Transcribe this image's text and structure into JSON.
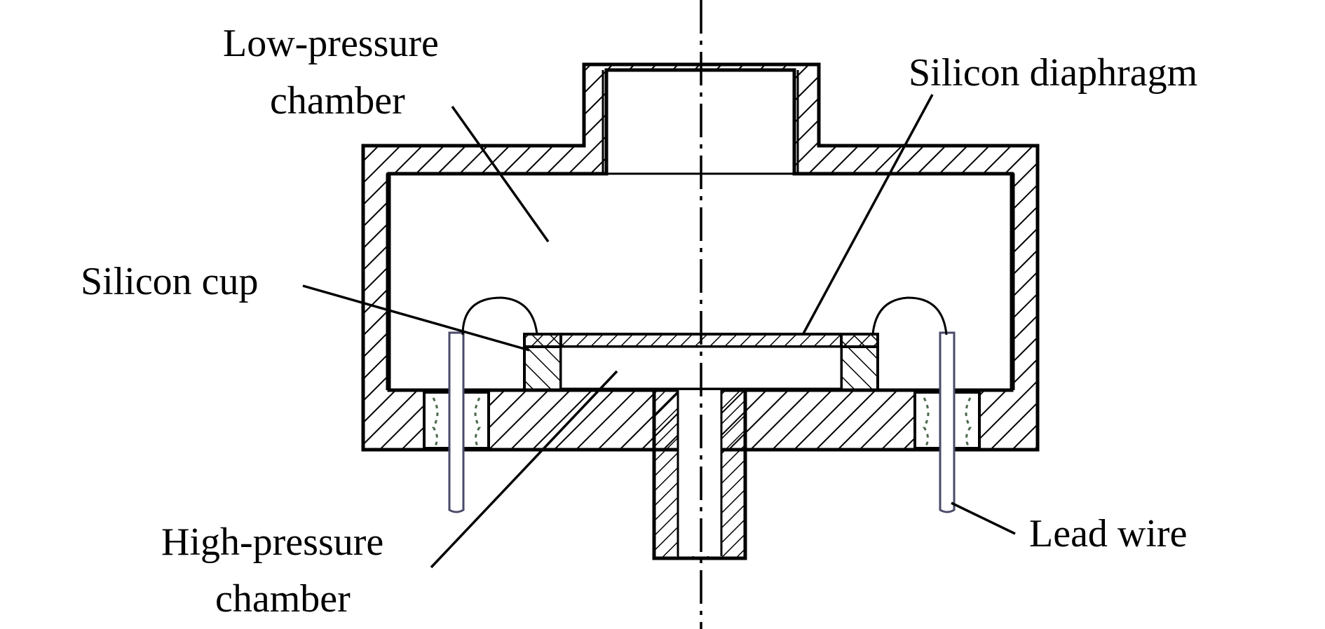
{
  "labels": {
    "low_pressure_line1": "Low-pressure",
    "low_pressure_line2": "chamber",
    "silicon_diaphragm": "Silicon diaphragm",
    "silicon_cup": "Silicon cup",
    "high_pressure_line1": "High-pressure",
    "high_pressure_line2": "chamber",
    "lead_wire": "Lead wire"
  }
}
